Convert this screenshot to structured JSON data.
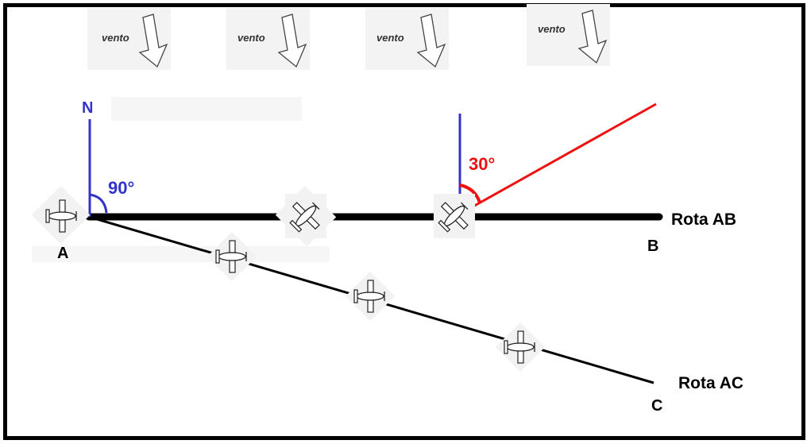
{
  "diagram": {
    "wind_label": "vento",
    "wind_indicators": [
      {
        "label": "vento"
      },
      {
        "label": "vento"
      },
      {
        "label": "vento"
      },
      {
        "label": "vento"
      }
    ],
    "north_label": "N",
    "angle_a": "90°",
    "angle_b": "30°",
    "points": {
      "a": "A",
      "b": "B",
      "c": "C"
    },
    "routes": {
      "ab": "Rota AB",
      "ac": "Rota AC"
    },
    "colors": {
      "north_line": "#3333cc",
      "heading_line": "#ee1111",
      "route": "#000000",
      "wind_box": "#f2f2f2"
    }
  }
}
